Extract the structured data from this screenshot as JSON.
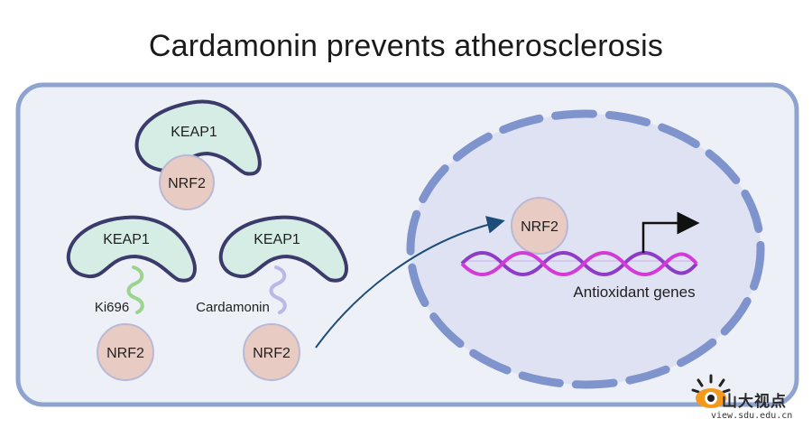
{
  "title": "Cardamonin prevents atherosclerosis",
  "labels": {
    "keap1_top": "KEAP1",
    "nrf2_top": "NRF2",
    "keap1_left": "KEAP1",
    "keap1_right": "KEAP1",
    "ki696": "Ki696",
    "cardamonin": "Cardamonin",
    "nrf2_left": "NRF2",
    "nrf2_right": "NRF2",
    "nrf2_nucleus": "NRF2",
    "antioxidant_genes": "Antioxidant genes"
  },
  "watermark": {
    "text": "山大视点",
    "url": "view.sdu.edu.cn"
  },
  "colors": {
    "cell_fill": "#edf0f7",
    "cell_border": "#8fa3cf",
    "nucleus_fill": "#dfe2f2",
    "nucleus_dash": "#7f93cc",
    "keap1_fill": "#d5ede4",
    "keap1_border": "#3b3b6b",
    "nrf2_fill": "#e8cbc3",
    "nrf2_border": "#b9b9d6",
    "ki696": "#9cd38e",
    "cardamonin": "#b9b8e6",
    "dna_a": "#8e3bc8",
    "dna_b": "#d23bd8",
    "arrow": "#1d4d7a"
  }
}
